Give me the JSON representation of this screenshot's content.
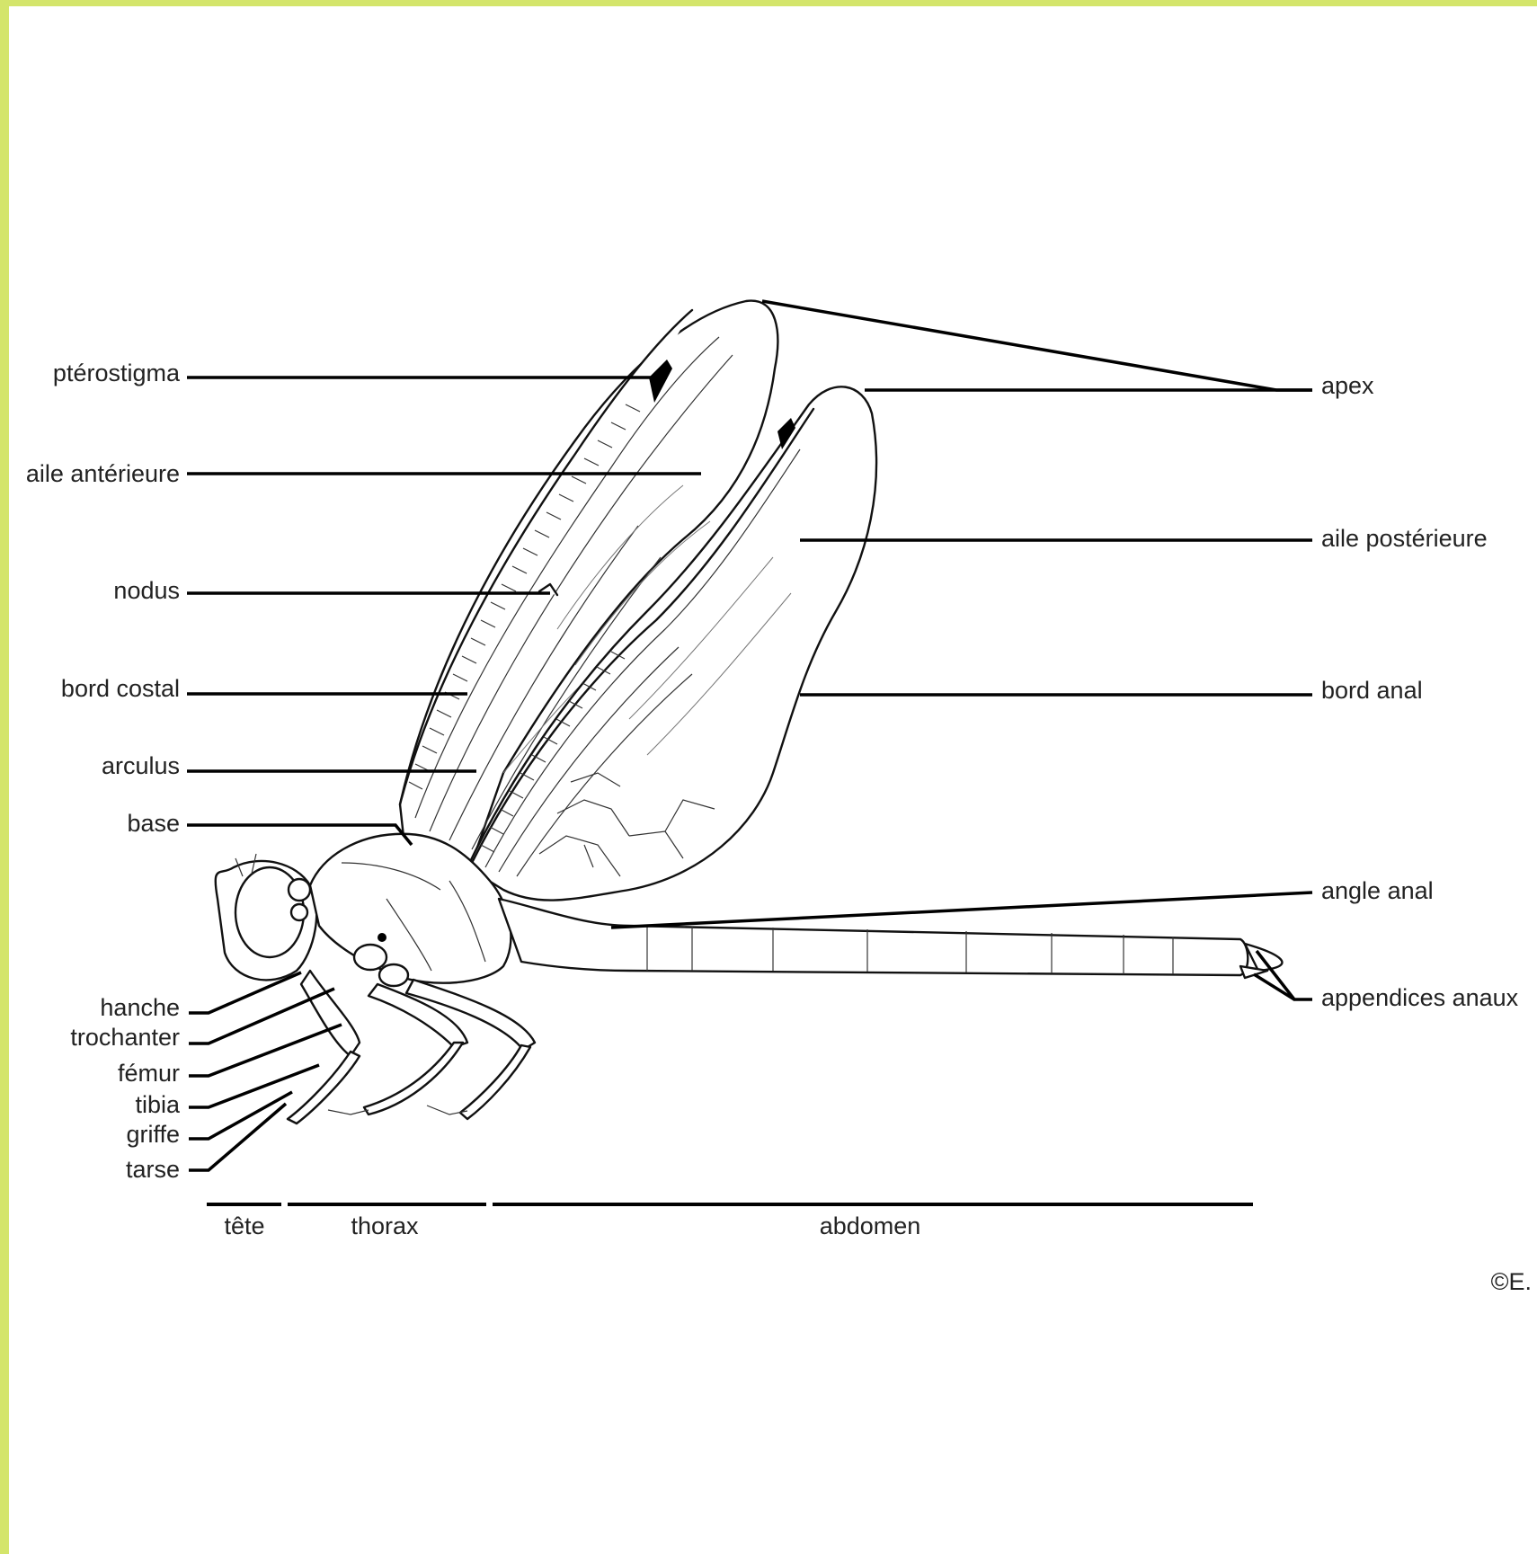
{
  "colors": {
    "frame": "#d4e56b",
    "ink": "#000000",
    "text": "#222222",
    "background": "#ffffff"
  },
  "labels": {
    "left": {
      "pterostigma": "ptérostigma",
      "aile_anterieure": "aile antérieure",
      "nodus": "nodus",
      "bord_costal": "bord costal",
      "arculus": "arculus",
      "base": "base",
      "hanche": "hanche",
      "trochanter": "trochanter",
      "femur": "fémur",
      "tibia": "tibia",
      "griffe": "griffe",
      "tarse": "tarse"
    },
    "right": {
      "apex": "apex",
      "aile_posterieure": "aile postérieure",
      "bord_anal": "bord anal",
      "angle_anal": "angle anal",
      "appendices_anaux": "appendices anaux"
    },
    "segments": {
      "tete": "tête",
      "thorax": "thorax",
      "abdomen": "abdomen"
    },
    "copyright": "©E."
  }
}
